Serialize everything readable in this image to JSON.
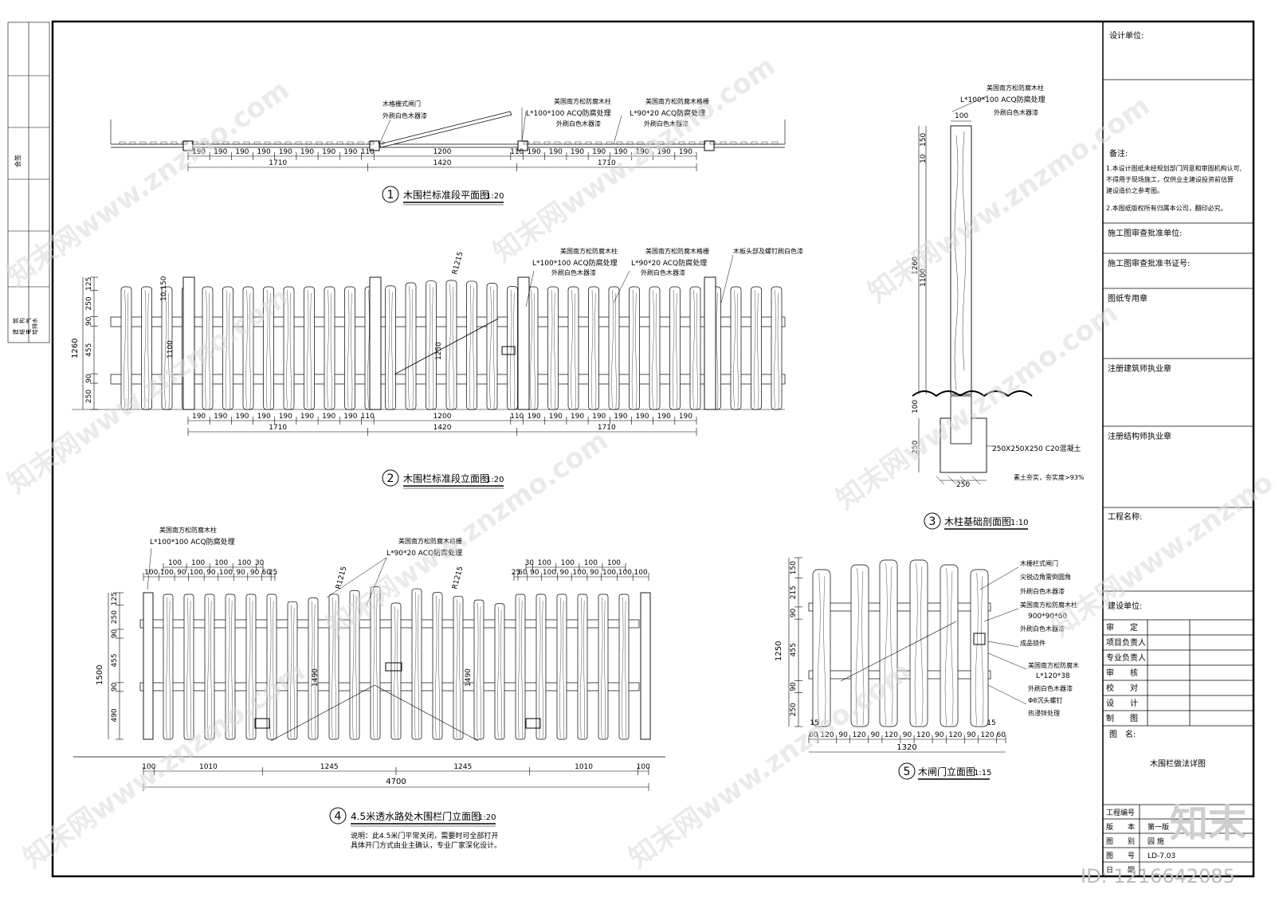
{
  "drawing1": {
    "num": "1",
    "title": "木围栏标准段平面图",
    "scale": "1:20",
    "gate_label": "木格栅式闸门",
    "gate_sub": "外刷白色木器漆",
    "post_label": "美国南方松防腐木柱",
    "post_spec": "L*100*100 ACQ防腐处理",
    "post_sub": "外刷白色木器漆",
    "rail_label": "美国南方松防腐木格栅",
    "rail_spec": "L*90*20 ACQ防腐处理",
    "rail_sub": "外刷白色木器漆",
    "dims_top": [
      "190",
      "190",
      "190",
      "190",
      "190",
      "190",
      "190",
      "190",
      "110",
      "1200",
      "110",
      "190",
      "190",
      "190",
      "190",
      "190",
      "190",
      "190",
      "190"
    ],
    "dims_bottom": [
      "1710",
      "1420",
      "1710"
    ]
  },
  "drawing2": {
    "num": "2",
    "title": "木围栏标准段立面图",
    "scale": "1:20",
    "post_label": "美国南方松防腐木柱",
    "post_spec": "L*100*100 ACQ防腐处理",
    "post_sub": "外刷白色木器漆",
    "rail_label": "美国南方松防腐木格栅",
    "rail_spec": "L*90*20 ACQ防腐处理",
    "rail_sub": "外刷白色木器漆",
    "screw_label": "木板头部及螺钉刷白色漆",
    "radius": "R1215",
    "vdims": [
      "125",
      "250",
      "90",
      "455",
      "90",
      "250"
    ],
    "total": "1260",
    "post_h": "1100",
    "inner_top": "10,150",
    "gate_h": "1250",
    "dims_top": [
      "190",
      "190",
      "190",
      "190",
      "190",
      "190",
      "190",
      "190",
      "110",
      "1200",
      "110",
      "190",
      "190",
      "190",
      "190",
      "190",
      "190",
      "190",
      "190"
    ],
    "dims_bottom": [
      "1710",
      "1420",
      "1710"
    ]
  },
  "drawing3": {
    "num": "3",
    "title": "木柱基础剖面图",
    "scale": "1:10",
    "post_label": "美国南方松防腐木柱",
    "post_spec": "L*100*100 ACQ防腐处理",
    "post_sub": "外刷白色木器漆",
    "top_w": "100",
    "v1": "150",
    "v2": "10",
    "v3": "1100",
    "total": "1260",
    "grade": "100",
    "footing_h": "250",
    "footing_w": "250",
    "concrete": "250X250X250 C20混凝土",
    "soil": "素土夯实，夯实度>93%"
  },
  "drawing4": {
    "num": "4",
    "title": "4.5米透水路处木围栏门立面图",
    "scale": "1:20",
    "post_label": "美国南方松防腐木柱",
    "post_spec": "L*100*100 ACQ防腐处理",
    "rail_label": "美国南方松防腐木格栅",
    "rail_spec": "L*90*20 ACQ防腐处理",
    "radius": "R1215",
    "top_left": [
      "100",
      "100",
      "100",
      "100",
      "30"
    ],
    "mid_left": [
      "100",
      "100",
      "90",
      "100",
      "90",
      "100",
      "90",
      "90",
      "60",
      "25"
    ],
    "top_right": [
      "30",
      "100",
      "100",
      "100",
      "100"
    ],
    "mid_right": [
      "25",
      "60",
      "90",
      "100",
      "90",
      "100",
      "90",
      "100",
      "100",
      "100"
    ],
    "vdims": [
      "125",
      "250",
      "90",
      "455",
      "90",
      "490"
    ],
    "total": "1500",
    "gate_h": "1490",
    "bottom": [
      "100",
      "1010",
      "1245",
      "1245",
      "1010",
      "100"
    ],
    "overall": "4700",
    "note1": "说明：此4.5米门平常关闭，需要时可全部打开",
    "note2": "具体开门方式由业主确认，专业厂家深化设计。"
  },
  "drawing5": {
    "num": "5",
    "title": "木闸门立面图",
    "scale": "1:15",
    "labels": [
      "木栅栏式闸门",
      "尖锐边角需倒圆角",
      "外刷白色木器漆",
      "美国南方松防腐木柱",
      "900*90*60",
      "外刷白色木器漆",
      "成品锁件",
      "美国南方松防腐木",
      "L*120*38",
      "外刷白色木器漆",
      "Φ8沉头螺钉",
      "热浸锌处理"
    ],
    "vdims": [
      "150",
      "215",
      "90",
      "455",
      "90",
      "250"
    ],
    "total": "1250",
    "bottom": [
      "60",
      "120",
      "90",
      "120",
      "90",
      "120",
      "90",
      "120",
      "90",
      "120",
      "90",
      "120",
      "60"
    ],
    "overall": "1320",
    "edge": "15"
  },
  "titleblock": {
    "design_unit": "设计单位:",
    "notes_head": "备注:",
    "notes": [
      "1.本设计图纸未经规划部门同意和审图机构认可,",
      "不得用于现场施工，仅供业主建设投资前估算",
      "建设造价之参考图。",
      "2.本图纸版权所有归属本公司，翻印必究。"
    ],
    "review_unit": "施工图审查批准单位:",
    "review_cert": "施工图审查批准书证号:",
    "stamp": "图纸专用章",
    "architect": "注册建筑师执业章",
    "structural": "注册结构师执业章",
    "project": "工程名称:",
    "owner": "建设单位:",
    "sign_rows": [
      "审　　定",
      "项目负责人",
      "专业负责人",
      "审　　核",
      "校　　对",
      "设　　计",
      "制　　图"
    ],
    "drawing_name_label": "图　名:",
    "drawing_name": "木围栏做法详图",
    "info_rows": [
      [
        "工程编号",
        ""
      ],
      [
        "版　　本",
        "第一版"
      ],
      [
        "图　　别",
        "园 施"
      ],
      [
        "图　　号",
        "LD-7.03"
      ],
      [
        "日　　期",
        ""
      ]
    ]
  },
  "left_strip": {
    "top": "会签",
    "rows": [
      "建　筑",
      "结　构",
      "电　气",
      "给排水"
    ]
  },
  "watermark": {
    "text": "知末网www.znzmo.com",
    "id": "ID: 1216642085",
    "logo": "知末"
  }
}
